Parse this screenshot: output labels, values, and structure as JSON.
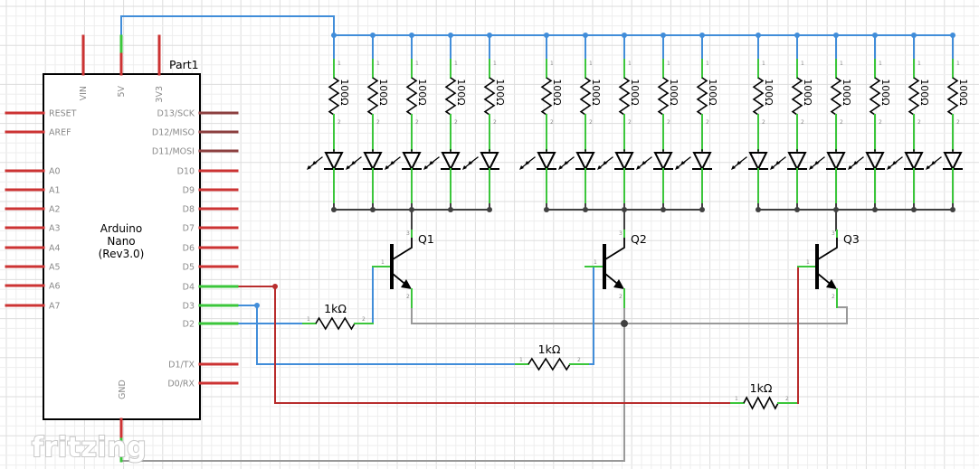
{
  "colors": {
    "grid_minor": "#eeeeee",
    "grid_major": "#dddddd",
    "wire_5v": "#418dd9",
    "wire_d4": "#b82d2d",
    "wire_gnd": "#999999",
    "wire_dark": "#404040",
    "pin_red": "#cc3333",
    "pin_green": "#3bc63b",
    "pin_right_dark": "#8c3f3f"
  },
  "board": {
    "part_label": "Part1",
    "name_lines": [
      "Arduino",
      "Nano",
      "(Rev3.0)"
    ],
    "top_pins": [
      "VIN",
      "5V",
      "3V3"
    ],
    "bottom_pin": "GND",
    "left_pins": [
      "RESET",
      "AREF",
      "A0",
      "A1",
      "A2",
      "A3",
      "A4",
      "A5",
      "A6",
      "A7"
    ],
    "right_pins": [
      "D13/SCK",
      "D12/MISO",
      "D11/MOSI",
      "D10",
      "D9",
      "D8",
      "D7",
      "D6",
      "D5",
      "D4",
      "D3",
      "D2",
      "D1/TX",
      "D0/RX"
    ]
  },
  "led_groups": [
    {
      "count": 5,
      "resistor_label": "100Ω"
    },
    {
      "count": 5,
      "resistor_label": "100Ω"
    },
    {
      "count": 6,
      "resistor_label": "100Ω"
    }
  ],
  "transistors": [
    {
      "label": "Q1"
    },
    {
      "label": "Q2"
    },
    {
      "label": "Q3"
    }
  ],
  "base_resistors": [
    {
      "label": "1kΩ",
      "pin1": "1",
      "pin2": "2"
    },
    {
      "label": "1kΩ",
      "pin1": "1",
      "pin2": "2"
    },
    {
      "label": "1kΩ",
      "pin1": "1",
      "pin2": "2"
    }
  ],
  "transistor_pin_numbers": [
    "1",
    "2",
    "3"
  ],
  "logo_text": "fritzing"
}
